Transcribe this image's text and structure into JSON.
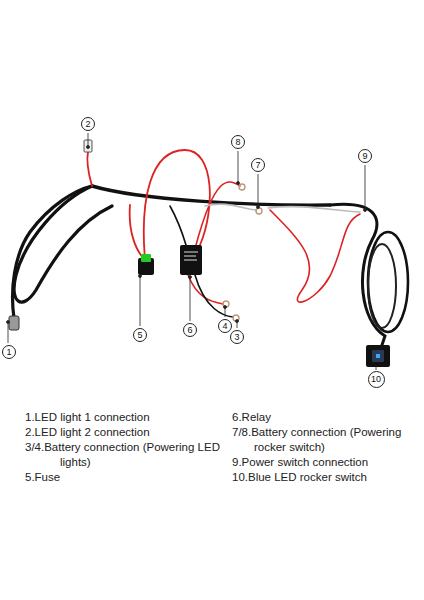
{
  "diagram": {
    "nodes": [
      {
        "text": [
          "1"
        ]
      },
      {
        "text": [
          "2"
        ]
      },
      {
        "text": [
          "3"
        ]
      },
      {
        "text": [
          "4"
        ]
      },
      {
        "text": [
          "5"
        ]
      },
      {
        "text": [
          "6"
        ]
      },
      {
        "text": [
          "7"
        ]
      },
      {
        "text": [
          "8"
        ]
      },
      {
        "text": [
          "9"
        ]
      },
      {
        "text": [
          "10"
        ]
      }
    ],
    "edges": [],
    "labels": [
      "1.LED light 1 connection",
      "2.LED light 2 connection",
      "3/4.Battery connection (Powering LED lights)",
      "5.Fuse",
      "6.Relay",
      "7/8.Battery connection (Powering rocker switch)",
      "9.Power switch connection",
      "10.Blue LED rocker switch"
    ]
  }
}
